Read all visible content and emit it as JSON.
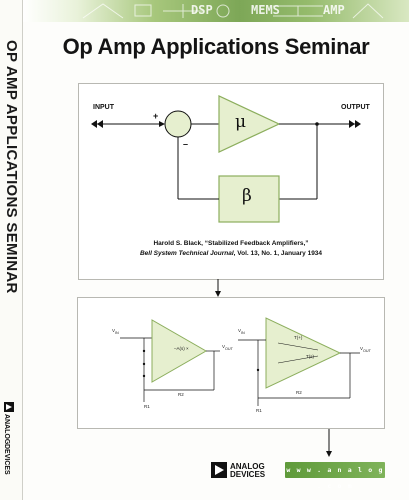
{
  "spine": {
    "title": "OP AMP APPLICATIONS SEMINAR",
    "logo": {
      "line1": "ANALOG",
      "line2": "DEVICES"
    }
  },
  "banner": {
    "words": [
      "DSP",
      "MEMS",
      "AMP"
    ]
  },
  "cover": {
    "title": "Op Amp Applications Seminar"
  },
  "diagram1": {
    "input_label": "INPUT",
    "output_label": "OUTPUT",
    "plus": "+",
    "minus": "–",
    "forward_symbol": "μ",
    "feedback_symbol": "β",
    "citation_author": "Harold S. Black, “Stabilized Feedback Amplifiers,”",
    "citation_journal": "Bell System Technical Journal",
    "citation_rest": ", Vol. 13, No. 1, January 1934"
  },
  "diagram2": {
    "left": {
      "vin": "V",
      "vin_sub": "IN",
      "gain": "–A(s) ×",
      "vout": "V",
      "vout_sub": "OUT",
      "r1": "R1",
      "r2": "R2"
    },
    "right": {
      "vin": "V",
      "vin_sub": "IN",
      "t1": "T(+)",
      "t2": "T(s)",
      "vout": "V",
      "vout_sub": "OUT",
      "r1": "R1",
      "r2": "R2"
    }
  },
  "footer": {
    "logo": {
      "line1": "ANALOG",
      "line2": "DEVICES"
    },
    "website": "w w w . a n a l o g . c o m"
  },
  "colors": {
    "amp_fill": "#e6efcf",
    "amp_stroke": "#8cae5d",
    "banner_green": "#7da757"
  }
}
